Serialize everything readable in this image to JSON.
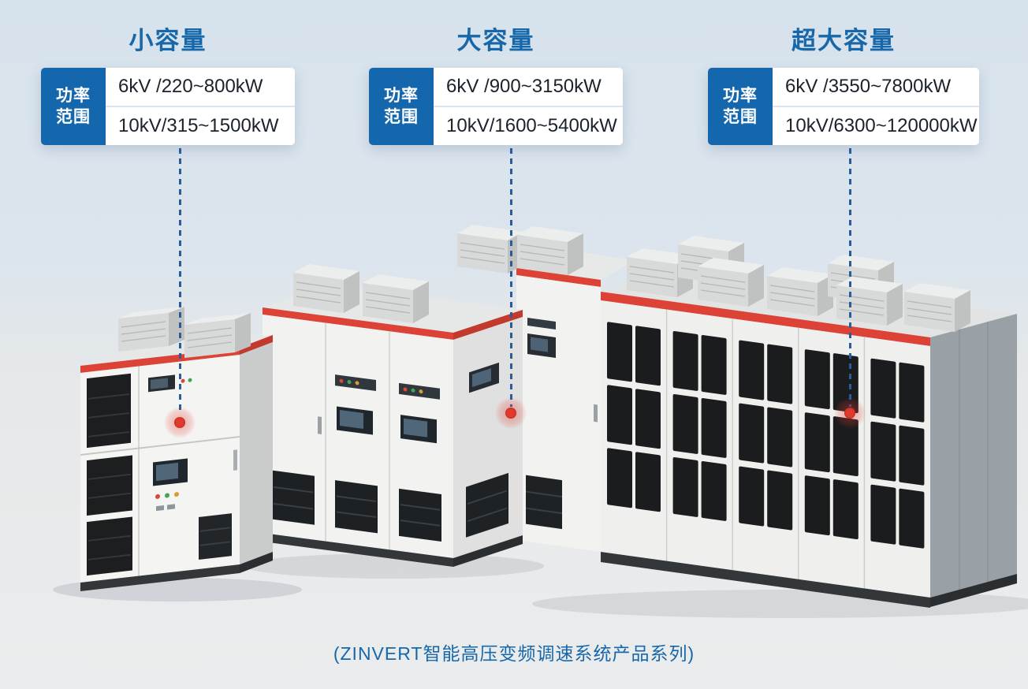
{
  "page": {
    "caption": "(ZINVERT智能高压变频调速系统产品系列)"
  },
  "colors": {
    "accent_blue": "#1767ab",
    "label_blue": "#1467ac",
    "callout_line_blue": "#2a5c9c",
    "marker_red": "#e03a2e",
    "cabinet_stripe_red": "#dd4237",
    "cabinet_body": "#f2f2f0",
    "vent_panel_black": "#1a1c1e"
  },
  "groups": [
    {
      "title": "小容量",
      "range_label_line1": "功率",
      "range_label_line2": "范围",
      "spec_6kv": "6kV /220~800kW",
      "spec_10kv": "10kV/315~1500kW"
    },
    {
      "title": "大容量",
      "range_label_line1": "功率",
      "range_label_line2": "范围",
      "spec_6kv": "6kV /900~3150kW",
      "spec_10kv": "10kV/1600~5400kW"
    },
    {
      "title": "超大容量",
      "range_label_line1": "功率",
      "range_label_line2": "范围",
      "spec_6kv": "6kV /3550~7800kW",
      "spec_10kv": "10kV/6300~120000kW"
    }
  ]
}
